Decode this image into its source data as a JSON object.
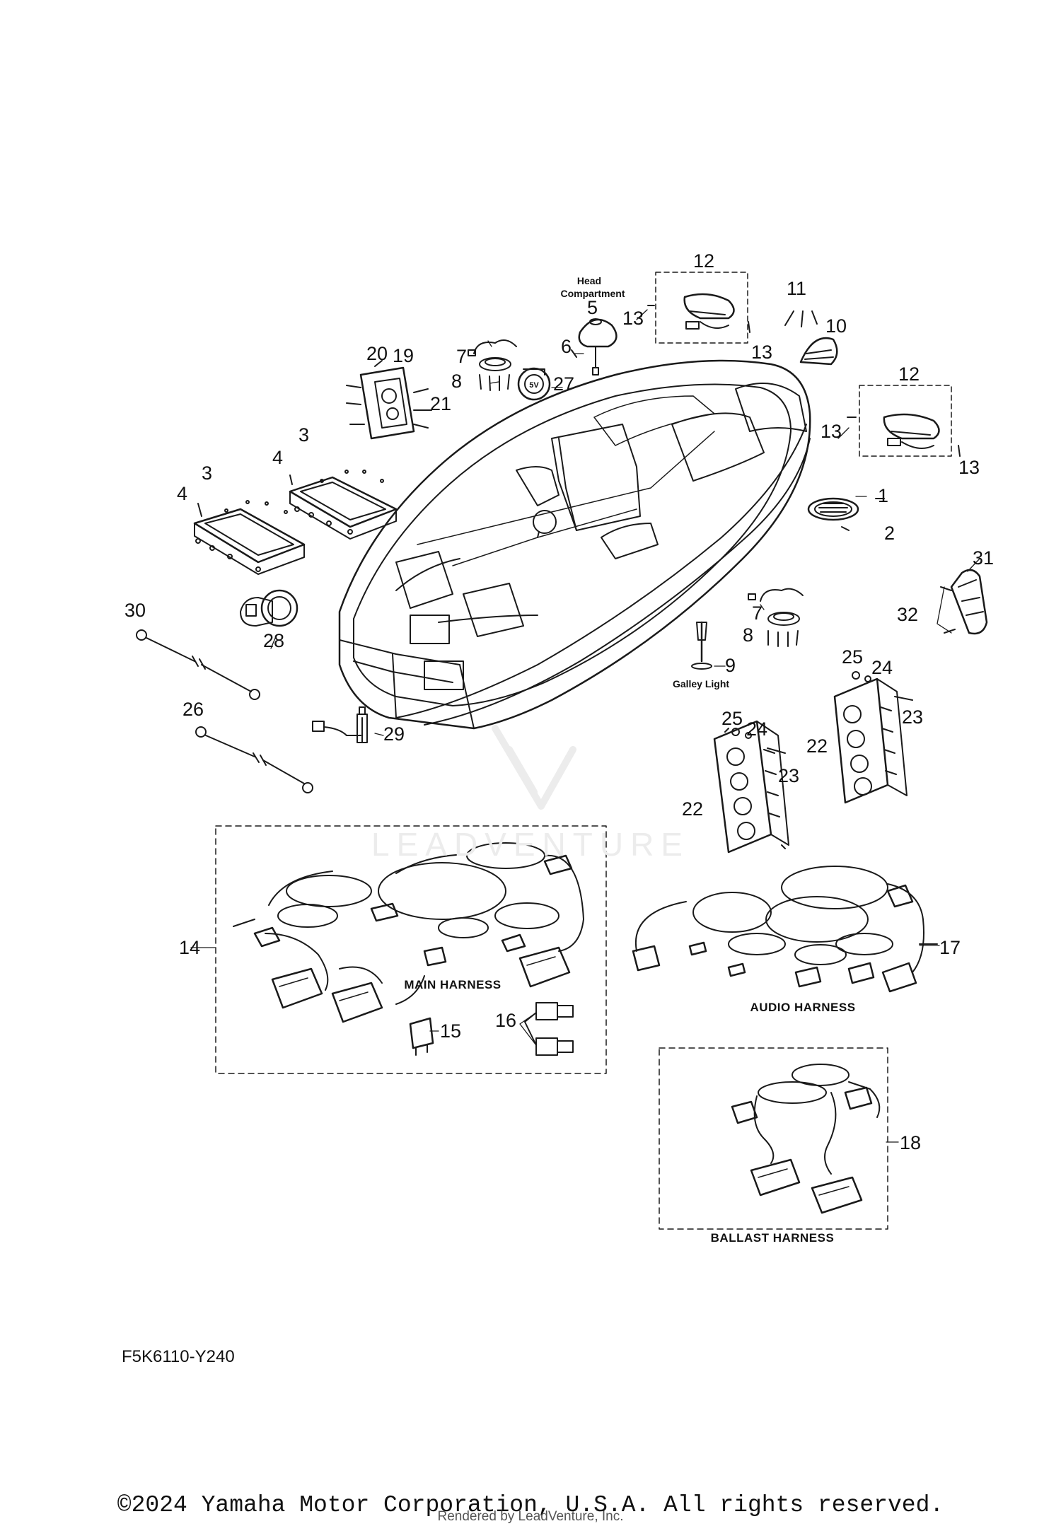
{
  "callouts": [
    "1",
    "2",
    "3",
    "3",
    "4",
    "4",
    "5",
    "6",
    "7",
    "7",
    "8",
    "8",
    "9",
    "10",
    "11",
    "12",
    "12",
    "13",
    "13",
    "13",
    "13",
    "14",
    "15",
    "16",
    "17",
    "18",
    "19",
    "20",
    "21",
    "22",
    "22",
    "23",
    "23",
    "24",
    "24",
    "25",
    "25",
    "26",
    "27",
    "28",
    "29",
    "30",
    "31",
    "32"
  ],
  "captions": {
    "head_compartment_line1": "Head",
    "head_compartment_line2": "Compartment",
    "galley_light": "Galley Light",
    "main_harness": "MAIN HARNESS",
    "audio_harness": "AUDIO HARNESS",
    "ballast_harness": "BALLAST HARNESS"
  },
  "watermark": "LEADVENTURE",
  "usb_badge": "5V",
  "diagram_code": "F5K6110-Y240",
  "copyright": "©2024 Yamaha Motor Corporation, U.S.A. All rights reserved.",
  "rendered_by": "Rendered by LeadVenture, Inc."
}
